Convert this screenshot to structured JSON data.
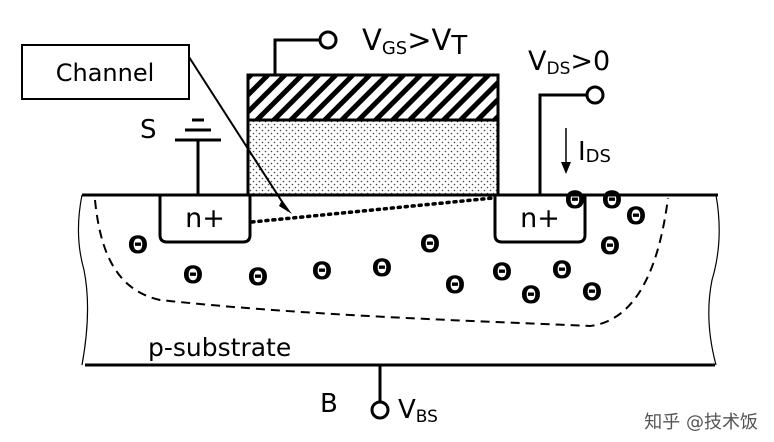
{
  "labels": {
    "callout": "Channel",
    "vgs_main": "V",
    "vgs_sub": "GS",
    "vgs_tail": ">V",
    "vgs_tail_sub": "T",
    "vds_main": "V",
    "vds_sub": "DS",
    "vds_tail": ">0",
    "source": "S",
    "ids_main": "I",
    "ids_sub": "DS",
    "source_region": "n+",
    "drain_region": "n+",
    "substrate": "p-substrate",
    "body": "B",
    "vbs_main": "V",
    "vbs_sub": "BS"
  },
  "charges": {
    "symbol": "Θ",
    "count": 15
  },
  "watermark": "知乎 @技术饭"
}
